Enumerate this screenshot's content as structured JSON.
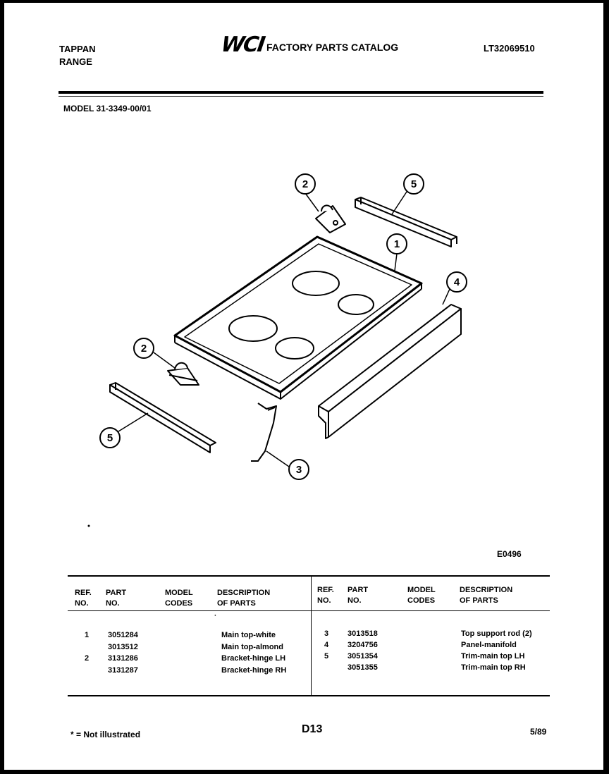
{
  "header": {
    "brand_line1": "TAPPAN",
    "brand_line2": "RANGE",
    "logo_text": "WCI",
    "catalog_title": "FACTORY PARTS CATALOG",
    "catalog_number": "LT32069510"
  },
  "model_line": "MODEL 31-3349-00/01",
  "diagram": {
    "callouts": [
      "2",
      "5",
      "1",
      "4",
      "2",
      "5",
      "3"
    ],
    "figure_code": "E0496"
  },
  "table": {
    "left_headers": {
      "ref": "REF.\nNO.",
      "part": "PART\nNO.",
      "codes": "MODEL\nCODES",
      "desc": "DESCRIPTION\nOF PARTS"
    },
    "right_headers": {
      "ref": "REF.\nNO.",
      "part": "PART\nNO.",
      "codes": "MODEL\nCODES",
      "desc": "DESCRIPTION\nOF PARTS"
    },
    "left_rows": [
      {
        "ref": "1",
        "part": "3051284",
        "codes": "",
        "desc": "Main top-white"
      },
      {
        "ref": "",
        "part": "3013512",
        "codes": "",
        "desc": "Main top-almond"
      },
      {
        "ref": "2",
        "part": "3131286",
        "codes": "",
        "desc": "Bracket-hinge LH"
      },
      {
        "ref": "",
        "part": "3131287",
        "codes": "",
        "desc": "Bracket-hinge RH"
      }
    ],
    "right_rows": [
      {
        "ref": "3",
        "part": "3013518",
        "codes": "",
        "desc": "Top support rod (2)"
      },
      {
        "ref": "4",
        "part": "3204756",
        "codes": "",
        "desc": "Panel-manifold"
      },
      {
        "ref": "5",
        "part": "3051354",
        "codes": "",
        "desc": "Trim-main top LH"
      },
      {
        "ref": "",
        "part": "3051355",
        "codes": "",
        "desc": "Trim-main top RH"
      }
    ]
  },
  "footer": {
    "note": "* = Not illustrated",
    "page_code": "D13",
    "date": "5/89"
  }
}
